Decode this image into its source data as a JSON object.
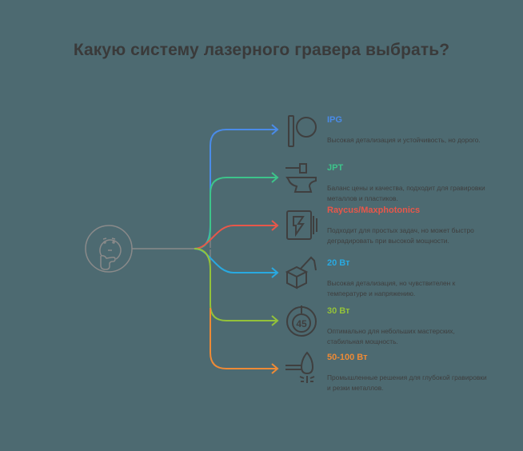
{
  "title": "Какую систему лазерного гравера выбрать?",
  "center_icon": "thinking-face-icon",
  "colors": {
    "background": "#4d6a71",
    "title": "#3a3a3a",
    "text": "#3e3e3e",
    "icon": "#3f3f3f",
    "root_line": "#8a8a8a"
  },
  "options": [
    {
      "name": "IPG",
      "color": "#4a8be8",
      "icon": "patreon-like-icon",
      "description": "Высокая детализация и устойчивость, но дорого."
    },
    {
      "name": "JPT",
      "color": "#3dc48a",
      "icon": "anvil-icon",
      "description": "Баланс цены и качества, подходит для гравировки металлов и пластиков."
    },
    {
      "name": "Raycus/Maxphotonics",
      "color": "#e8574a",
      "icon": "flash-card-icon",
      "description": "Подходит для простых задач, но может быстро деградировать при высокой мощности."
    },
    {
      "name": "20 Вт",
      "color": "#29a9e0",
      "icon": "box-hook-icon",
      "description": "Высокая детализация, но чувствителен к температуре и напряжению."
    },
    {
      "name": "30 Вт",
      "color": "#93c23a",
      "icon": "angle-45-icon",
      "description": "Оптимально для небольших мастерских, стабильная мощность."
    },
    {
      "name": "50-100 Вт",
      "color": "#ee8a36",
      "icon": "rocket-flame-icon",
      "description": "Промышленные решения для глубокой гравировки и резки металлов."
    }
  ]
}
